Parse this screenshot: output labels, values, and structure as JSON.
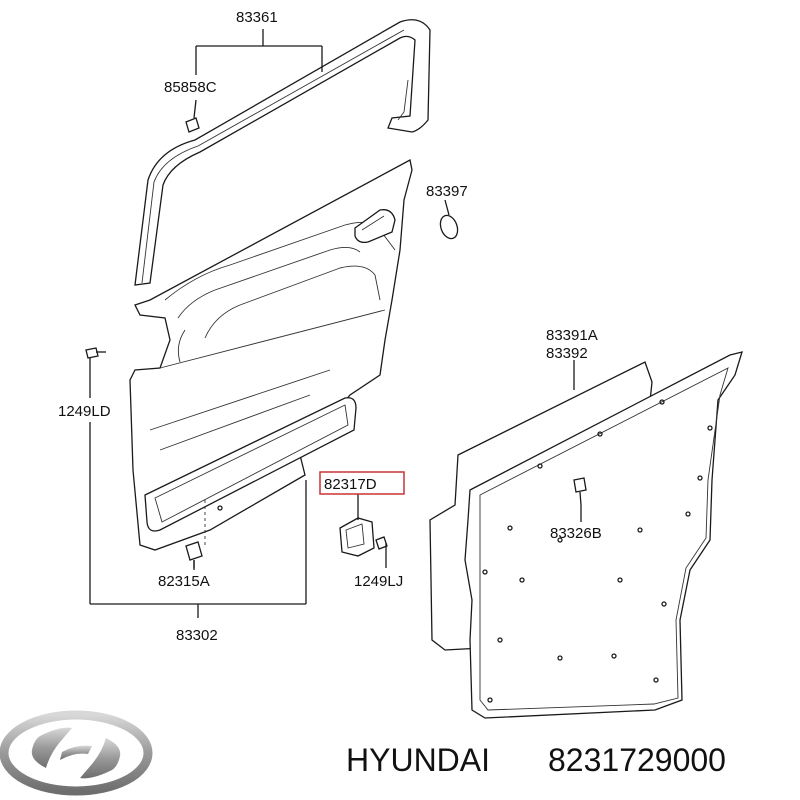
{
  "parts": {
    "p83361": "83361",
    "p85858c": "85858C",
    "p83397": "83397",
    "p1249ld": "1249LD",
    "p83391a": "83391A",
    "p83392": "83392",
    "p82317d": "82317D",
    "p83326b": "83326B",
    "p82315a": "82315A",
    "p1249lj": "1249LJ",
    "p83302": "83302"
  },
  "caption": {
    "brand": "HYUNDAI",
    "part_number": "8231729000"
  },
  "colors": {
    "highlight_box": "#cc3333",
    "line": "#1a1a1a",
    "logo_silver": "#9a9a9a"
  },
  "logo": {
    "icon": "hyundai-logo-icon"
  }
}
